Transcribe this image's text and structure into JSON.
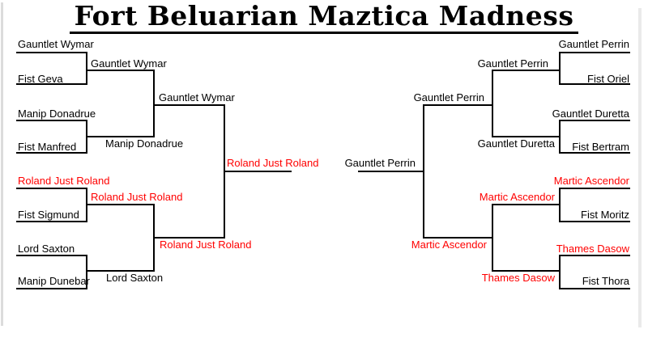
{
  "title": "Fort Beluarian Maztica Madness",
  "colors": {
    "highlight_red": "#ff0000",
    "text": "#000000",
    "line": "#000000",
    "background": "#ffffff"
  },
  "bracket": {
    "left": {
      "round1": [
        {
          "name": "Gauntlet Wymar",
          "red": false
        },
        {
          "name": "Fist Geva",
          "red": false
        },
        {
          "name": "Manip Donadrue",
          "red": false
        },
        {
          "name": "Fist Manfred",
          "red": false
        },
        {
          "name": "Roland Just Roland",
          "red": true
        },
        {
          "name": "Fist Sigmund",
          "red": false
        },
        {
          "name": "Lord Saxton",
          "red": false
        },
        {
          "name": "Manip Dunebar",
          "red": false
        }
      ],
      "round2": [
        {
          "name": "Gauntlet Wymar",
          "red": false
        },
        {
          "name": "Manip Donadrue",
          "red": false
        },
        {
          "name": "Roland Just Roland",
          "red": true
        },
        {
          "name": "Lord Saxton",
          "red": false
        }
      ],
      "semifinals": [
        {
          "name": "Gauntlet Wymar",
          "red": false
        },
        {
          "name": "Roland Just Roland",
          "red": true
        }
      ],
      "finalist": {
        "name": "Roland Just Roland",
        "red": true
      }
    },
    "right": {
      "round1": [
        {
          "name": "Gauntlet Perrin",
          "red": false
        },
        {
          "name": "Fist Oriel",
          "red": false
        },
        {
          "name": "Gauntlet Duretta",
          "red": false
        },
        {
          "name": "Fist Bertram",
          "red": false
        },
        {
          "name": "Martic Ascendor",
          "red": true
        },
        {
          "name": "Fist Moritz",
          "red": false
        },
        {
          "name": "Thames Dasow",
          "red": true
        },
        {
          "name": "Fist Thora",
          "red": false
        }
      ],
      "round2": [
        {
          "name": "Gauntlet Perrin",
          "red": false
        },
        {
          "name": "Gauntlet Duretta",
          "red": false
        },
        {
          "name": "Martic Ascendor",
          "red": true
        },
        {
          "name": "Thames Dasow",
          "red": true
        }
      ],
      "semifinals": [
        {
          "name": "Gauntlet Perrin",
          "red": false
        },
        {
          "name": "Martic Ascendor",
          "red": true
        }
      ],
      "finalist": {
        "name": "Gauntlet Perrin",
        "red": false
      }
    }
  }
}
